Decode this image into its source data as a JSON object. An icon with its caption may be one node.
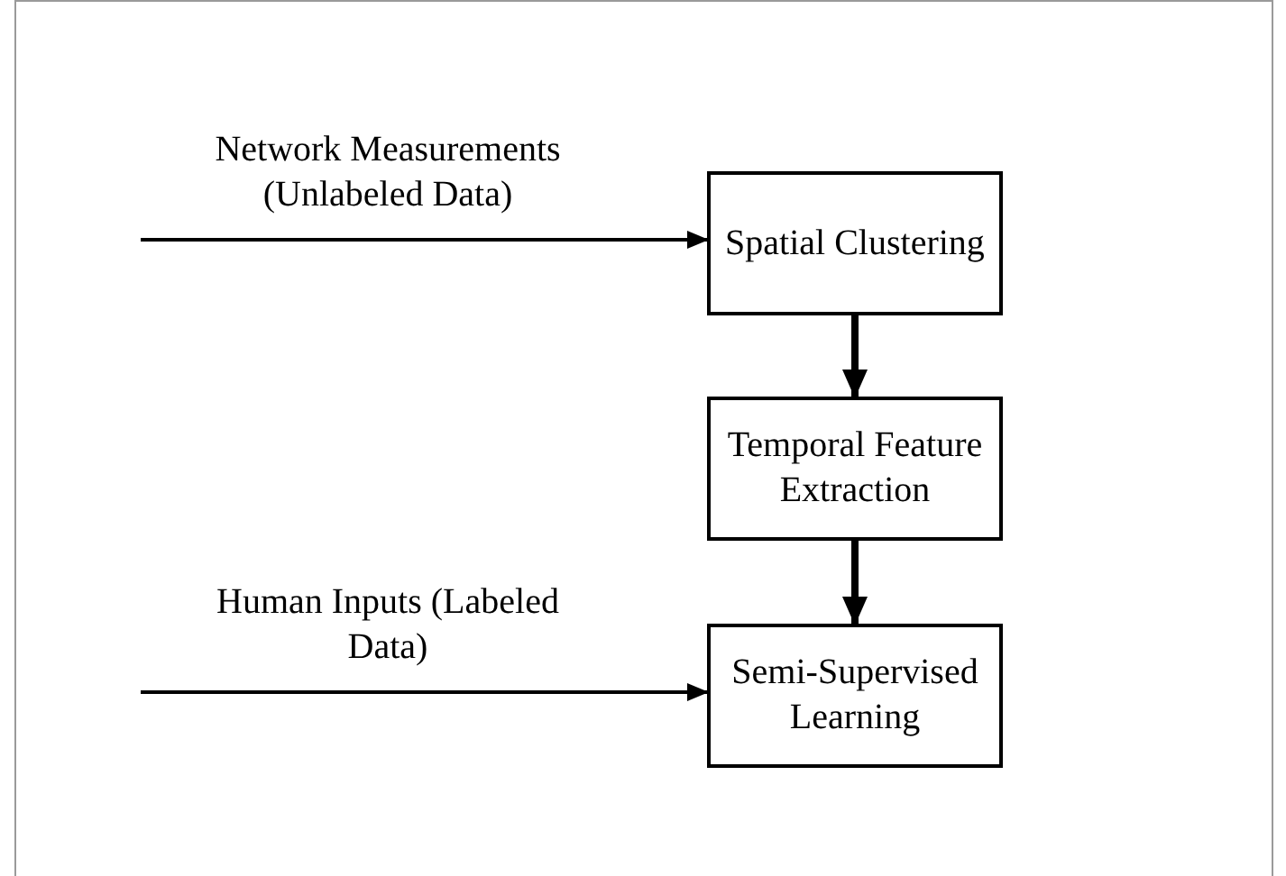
{
  "diagram": {
    "nodes": [
      {
        "text": [
          "Spatial Clustering"
        ]
      },
      {
        "text": [
          "Temporal Feature Extraction"
        ]
      },
      {
        "text": [
          "Semi-Supervised Learning"
        ]
      }
    ],
    "edges": [
      {
        "from": null,
        "to": 0,
        "arrow": "to",
        "label": "Network Measurements (Unlabeled Data)"
      },
      {
        "from": 0,
        "to": 1,
        "arrow": "to",
        "style": "thick"
      },
      {
        "from": 1,
        "to": 2,
        "arrow": "to",
        "style": "thick"
      },
      {
        "from": null,
        "to": 2,
        "arrow": "to",
        "label": "Human Inputs (Labeled Data)"
      }
    ]
  }
}
